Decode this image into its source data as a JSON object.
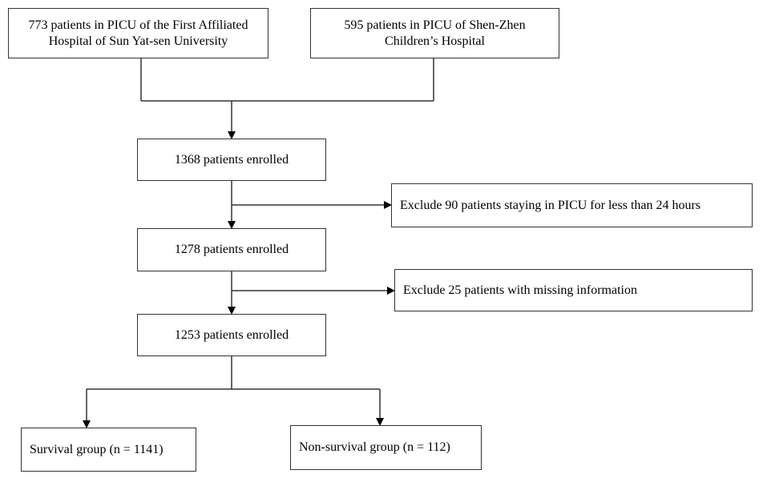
{
  "source_boxes": [
    {
      "text": "773 patients in PICU of the First Affiliated\nHospital of Sun Yat-sen University"
    },
    {
      "text": "595 patients in PICU of  Shen-Zhen\nChildren’s Hospital"
    }
  ],
  "steps": [
    {
      "text": "1368 patients enrolled"
    },
    {
      "text": "1278 patients enrolled"
    },
    {
      "text": "1253 patients enrolled"
    }
  ],
  "exclusions": [
    {
      "text": "Exclude 90 patients staying  in PICU for less than 24 hours"
    },
    {
      "text": "Exclude 25 patients with missing information"
    }
  ],
  "outcomes": [
    {
      "text": "Survival group (n = 1141)"
    },
    {
      "text": "Non-survival group (n = 112)"
    }
  ],
  "colors": {
    "line": "#333333",
    "box_border": "#333333",
    "text": "#000000"
  }
}
